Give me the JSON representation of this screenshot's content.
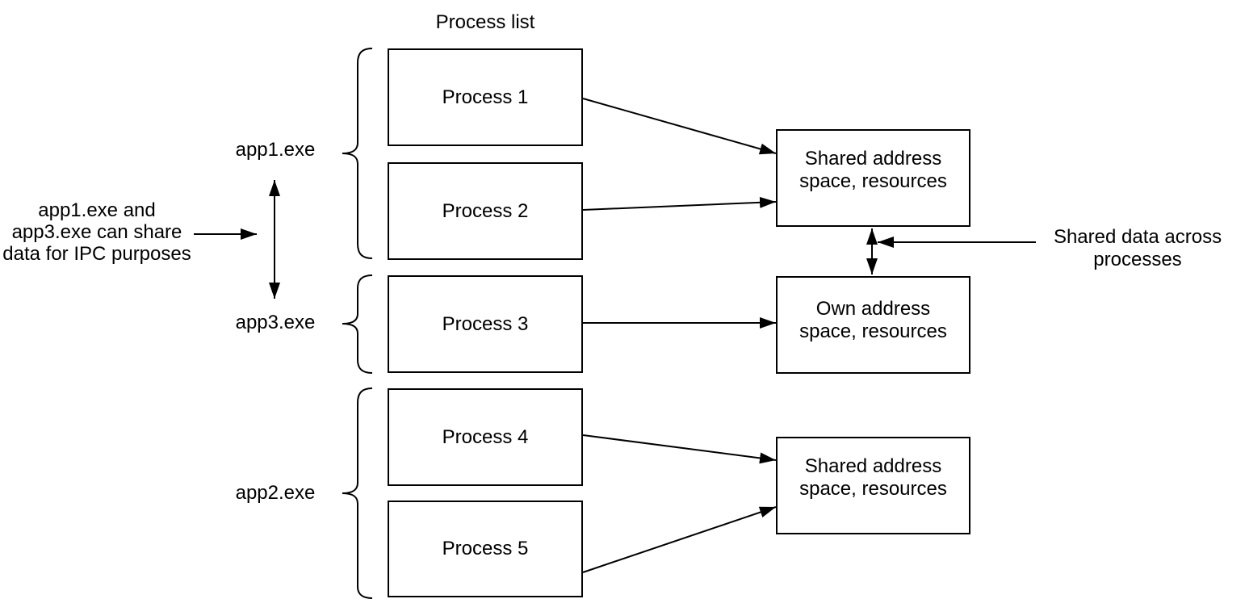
{
  "diagram": {
    "title": "Process list",
    "process_boxes": [
      {
        "label": "Process 1"
      },
      {
        "label": "Process 2"
      },
      {
        "label": "Process 3"
      },
      {
        "label": "Process 4"
      },
      {
        "label": "Process 5"
      }
    ],
    "right_boxes": [
      {
        "label": "Shared address\nspace, resources"
      },
      {
        "label": "Own address\nspace, resources"
      },
      {
        "label": "Shared address\nspace, resources"
      }
    ],
    "group_labels": [
      {
        "label": "app1.exe"
      },
      {
        "label": "app3.exe"
      },
      {
        "label": "app2.exe"
      }
    ],
    "annotations": {
      "left": "app1.exe and\napp3.exe can share\ndata for IPC purposes",
      "right": "Shared data across\nprocesses"
    },
    "colors": {
      "stroke": "#000000",
      "background": "#ffffff",
      "text": "#000000"
    }
  }
}
